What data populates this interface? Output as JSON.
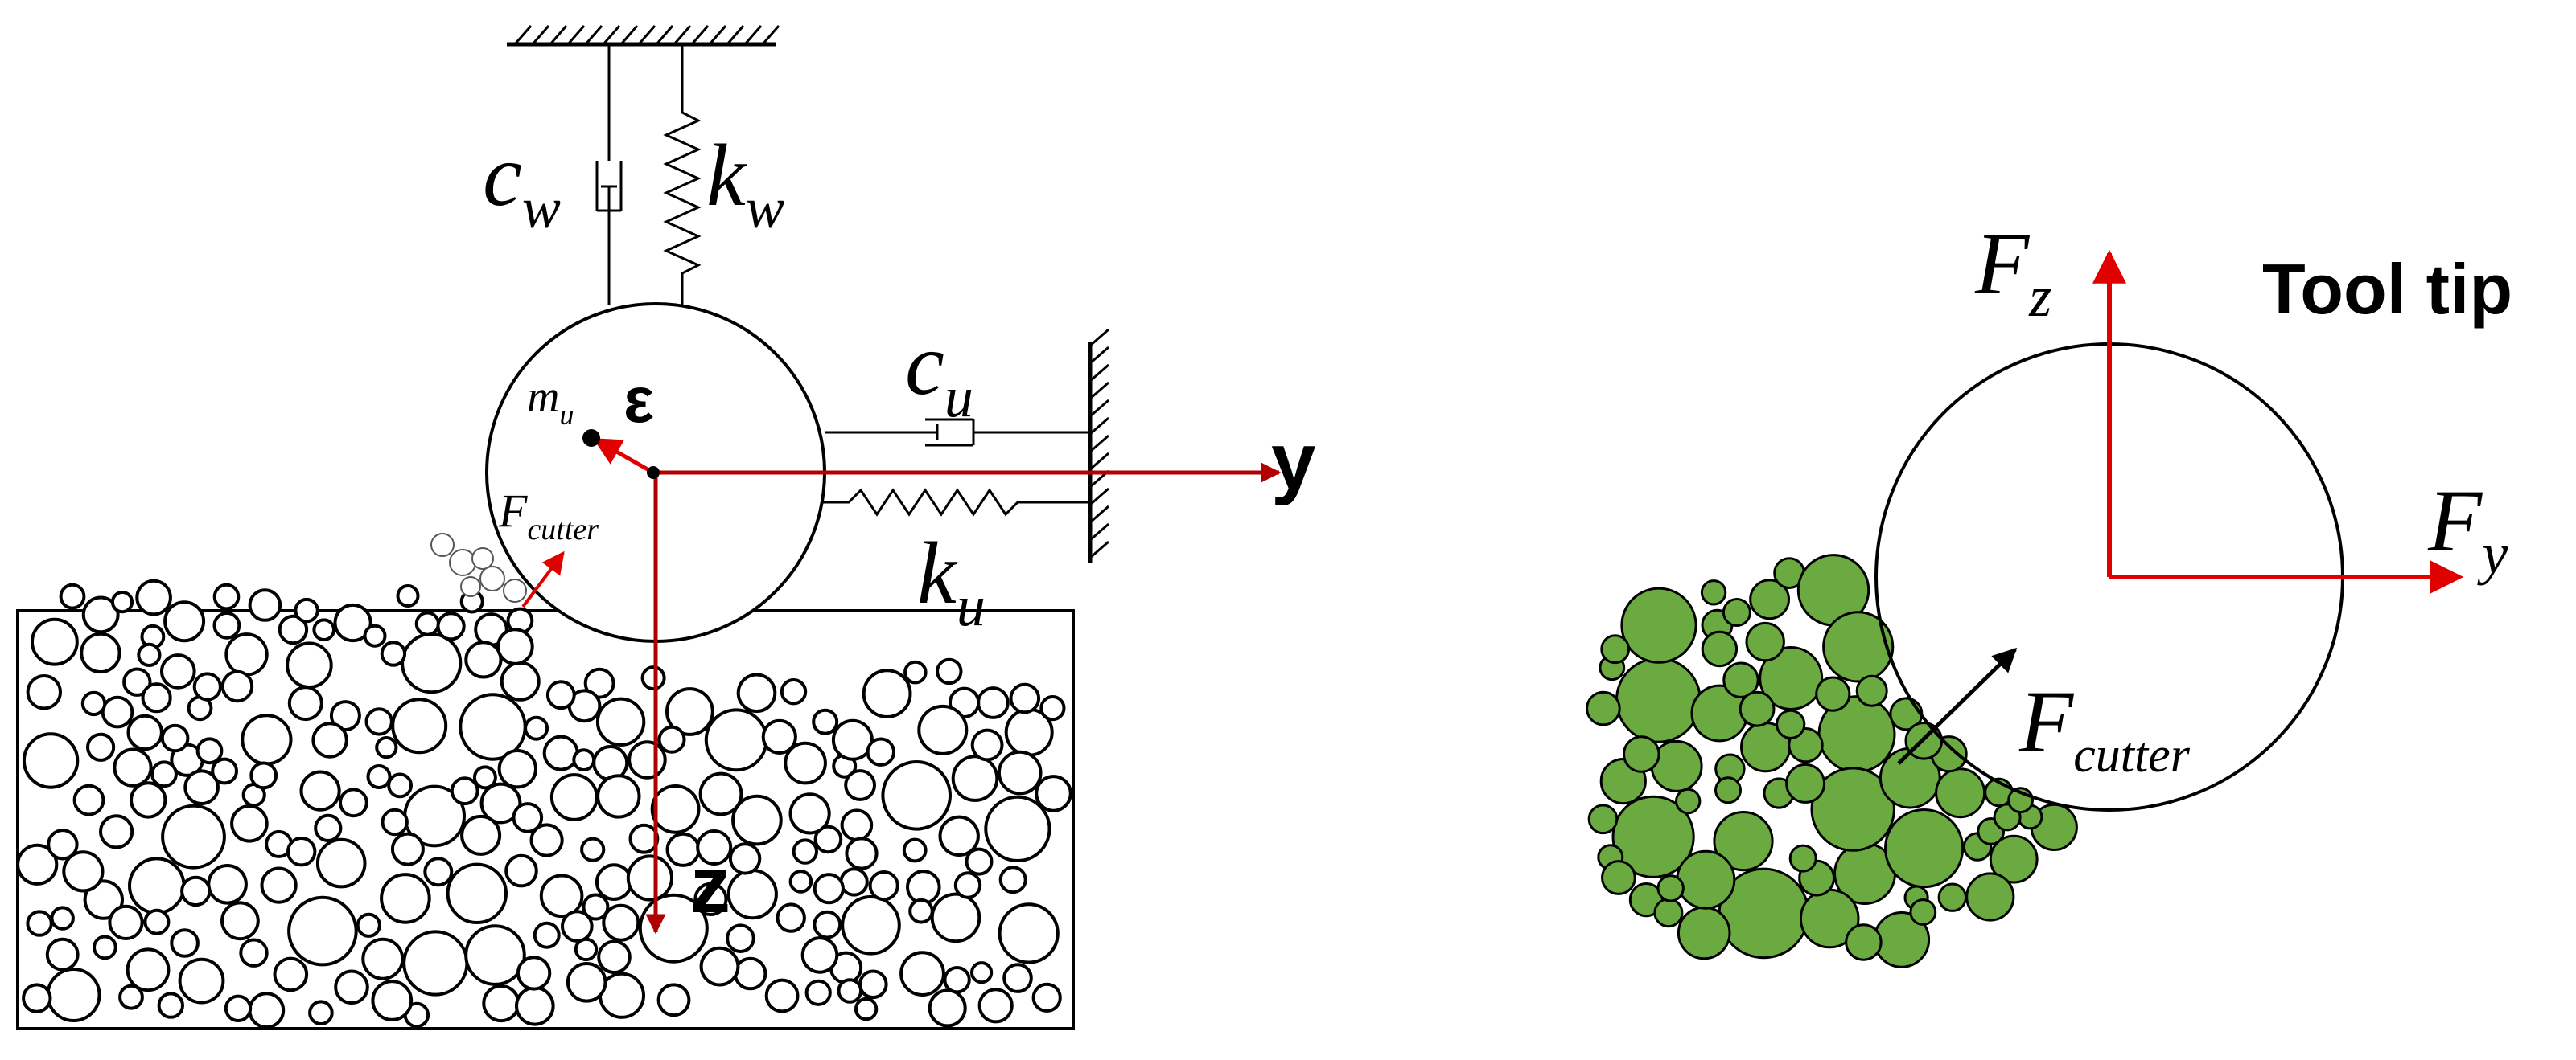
{
  "left_model": {
    "damper_vertical": {
      "main": "c",
      "sub": "w"
    },
    "spring_vertical": {
      "main": "k",
      "sub": "w"
    },
    "damper_horizontal": {
      "main": "c",
      "sub": "u"
    },
    "spring_horizontal": {
      "main": "k",
      "sub": "u"
    },
    "unbalanced_mass": {
      "main": "m",
      "sub": "u"
    },
    "eccentricity_label": "ε",
    "cutter_force": {
      "main": "F",
      "sub": "cutter"
    },
    "axis_y_label": "y",
    "axis_z_label": "z"
  },
  "right_model": {
    "title": "Tool tip",
    "force_z": {
      "main": "F",
      "sub": "z"
    },
    "force_y": {
      "main": "F",
      "sub": "y"
    },
    "cutter_force": {
      "main": "F",
      "sub": "cutter"
    }
  },
  "colors": {
    "force_arrow": "#e00000",
    "axis_arrow": "#b00000",
    "particles_green": "#6aaa40",
    "outline": "#000000"
  }
}
